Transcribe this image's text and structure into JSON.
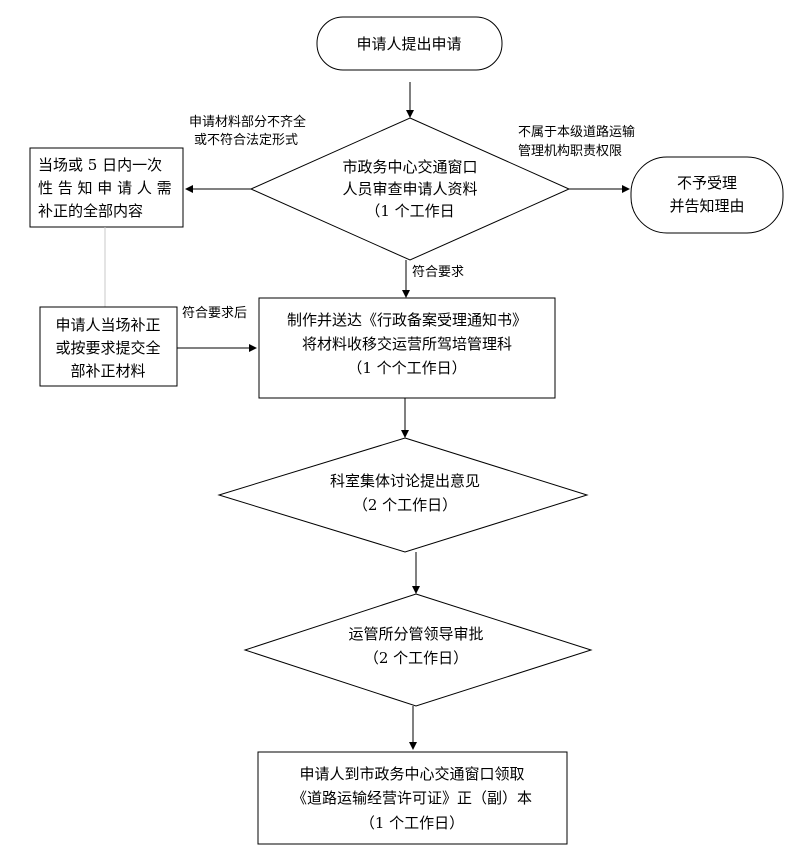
{
  "nodes": {
    "start": {
      "lines": [
        "申请人提出申请"
      ]
    },
    "review": {
      "lines": [
        "市政务中心交通窗口",
        "人员审查申请人资料",
        "（1 个工作日"
      ]
    },
    "notify_supplement": {
      "lines": [
        "当场或 5 日内一次",
        "性 告 知 申 请 人 需",
        "补正的全部内容"
      ]
    },
    "reject": {
      "lines": [
        "不予受理",
        "并告知理由"
      ]
    },
    "supplement": {
      "lines": [
        "申请人当场补正",
        "或按要求提交全",
        "部补正材料"
      ]
    },
    "issue_notice": {
      "lines": [
        "制作并送达《行政备案受理通知书》",
        "将材料收移交运营所驾培管理科",
        "（1 个个工作日）"
      ]
    },
    "discussion": {
      "lines": [
        "科室集体讨论提出意见",
        "（2 个工作日）"
      ]
    },
    "approval": {
      "lines": [
        "运管所分管领导审批",
        "（2 个工作日）"
      ]
    },
    "collect": {
      "lines": [
        "申请人到市政务中心交通窗口领取",
        "《道路运输经营许可证》正（副）本",
        "（1 个工作日）"
      ]
    }
  },
  "edge_labels": {
    "incomplete": [
      "申请材料部分不齐全",
      "或不符合法定形式"
    ],
    "out_of_scope": [
      "不属于本级道路运输",
      "管理机构职责权限"
    ],
    "meets_requirements": "符合要求",
    "meets_after_supplement": "符合要求后"
  }
}
